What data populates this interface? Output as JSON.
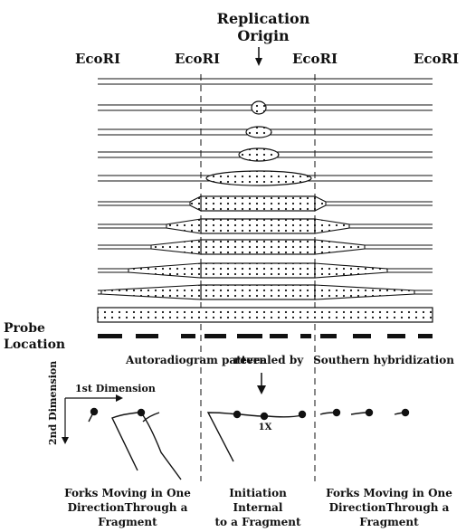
{
  "header": {
    "origin_line1": "Replication",
    "origin_line2": "Origin",
    "sites": [
      "EcoRI",
      "EcoRI",
      "EcoRI",
      "EcoRI"
    ]
  },
  "probe": {
    "label_line1": "Probe",
    "label_line2": "Location"
  },
  "pattern_caption": {
    "part1": "Autoradiogram pattern",
    "part2": "revealed by",
    "part3": "Southern hybridization"
  },
  "axes": {
    "first_dimension": "1st Dimension",
    "second_dimension": "2nd Dimension",
    "unit_mark": "1X"
  },
  "panel_captions": [
    {
      "lines": [
        "Forks Moving in One",
        "DirectionThrough a",
        "Fragment"
      ]
    },
    {
      "lines": [
        "Initiation",
        "Internal",
        "to a Fragment"
      ]
    },
    {
      "lines": [
        "Forks Moving in One",
        "DirectionThrough a",
        "Fragment"
      ]
    }
  ]
}
